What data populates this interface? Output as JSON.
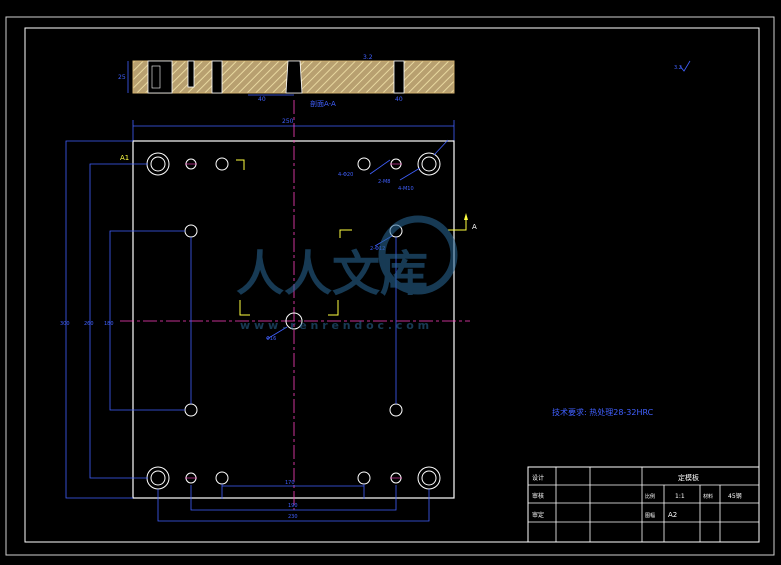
{
  "drawing": {
    "section_label": "剖面A-A",
    "top_width_dim": "250",
    "section_dim_left": "40",
    "section_dim_right": "40",
    "section_dim_height": "25",
    "roughness_small": "3.2",
    "roughness_corner": "3.2",
    "section_marker": "A",
    "marker_right": "A",
    "marker_left": "A1"
  },
  "plate_dims": {
    "height": "300",
    "left_inner_1": "260",
    "left_inner_2": "180",
    "bottom_1": "170",
    "bottom_2": "190",
    "bottom_3": "230",
    "callouts": [
      "4-Φ20",
      "2-M8",
      "4-M10",
      "2-Φ12",
      "Φ16"
    ]
  },
  "tech_note": "技术要求: 热处理28-32HRC",
  "watermark": {
    "brand": "人人文库",
    "url": "w w w . r e n r e n d o c . c o m"
  },
  "title_block": {
    "part_name": "定模板",
    "rows": [
      {
        "label": "设计",
        "value": ""
      },
      {
        "label": "审核",
        "value": ""
      },
      {
        "label": "审定",
        "value": ""
      }
    ],
    "scale_label": "比例",
    "scale_value": "1:1",
    "material_label": "材料",
    "material_value": "45钢",
    "sheet_label": "图幅",
    "sheet_value": "A2"
  }
}
